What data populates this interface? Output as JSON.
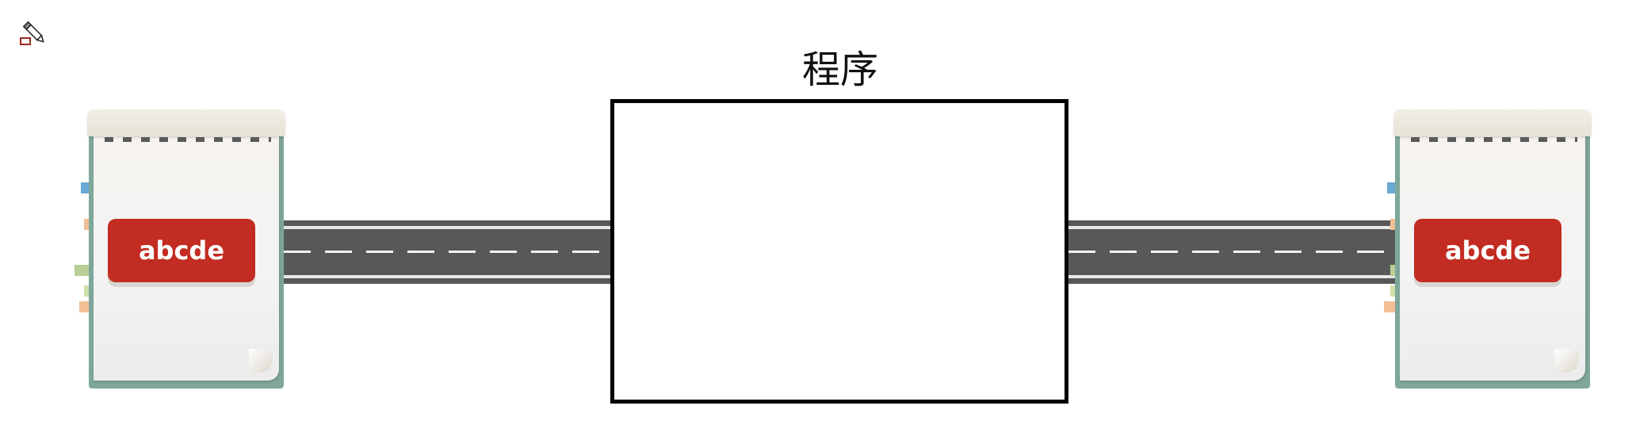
{
  "diagram": {
    "title": "程序",
    "input_notebook": {
      "label": "abcde",
      "icon": "notebook-icon"
    },
    "output_notebook": {
      "label": "abcde",
      "icon": "notebook-icon"
    },
    "edit_tool": {
      "icon": "pencil-edit-icon"
    }
  },
  "colors": {
    "label_red": "#c22c22",
    "road_gray": "#58585a",
    "notebook_cover": "#7fa79b",
    "box_border": "#000000"
  }
}
